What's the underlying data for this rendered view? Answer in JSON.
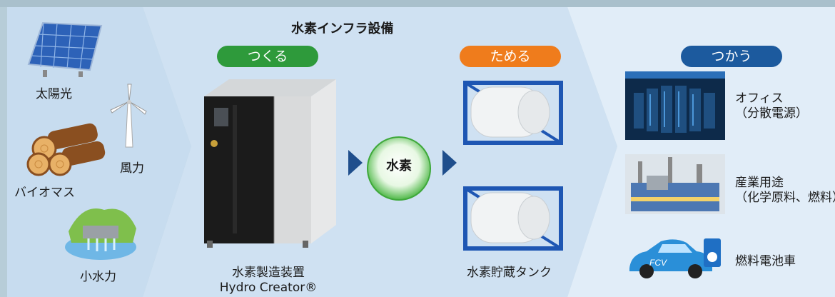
{
  "title": "水素インフラ設備",
  "sources": {
    "solar": "太陽光",
    "wind": "風力",
    "biomass": "バイオマス",
    "hydro": "小水力"
  },
  "stages": {
    "make": {
      "label": "つくる",
      "color": "#2e9a3b"
    },
    "store": {
      "label": "ためる",
      "color": "#ef7c1c"
    },
    "use": {
      "label": "つかう",
      "color": "#1c5a9e"
    }
  },
  "hydrogen": "水素",
  "device": {
    "line1": "水素製造装置",
    "line2": "Hydro Creator®"
  },
  "tank": "水素貯蔵タンク",
  "uses": {
    "office": {
      "line1": "オフィス",
      "line2": "（分散電源）"
    },
    "industry": {
      "line1": "産業用途",
      "line2": "（化学原料、燃料）"
    },
    "fcv": {
      "line1": "燃料電池車"
    }
  },
  "colors": {
    "panel_left": "#c7dcef",
    "panel_mid": "#cfe1f2",
    "panel_right": "#e1edf8",
    "arrow": "#1f4e8c"
  }
}
